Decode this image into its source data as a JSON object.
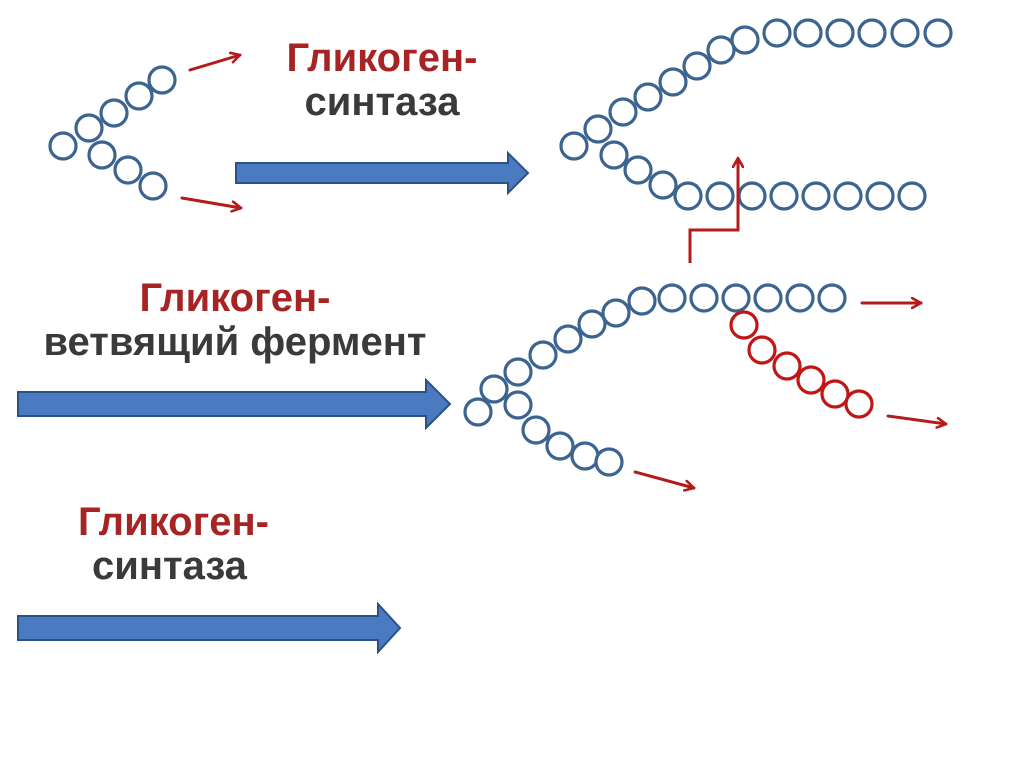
{
  "colors": {
    "enzyme_text": "#a62424",
    "body_text": "#3a3a3a",
    "glucose_blue": "#3c6490",
    "glucose_red": "#c01616",
    "arrow_fill": "#4a7bc0",
    "arrow_stroke": "#2b5287",
    "growth_arrow": "#b51b1b"
  },
  "steps": [
    {
      "enzyme_line1": "Гликоген-",
      "enzyme_line2": "синтаза"
    },
    {
      "enzyme_line1": "Гликоген-",
      "enzyme_line2": "ветвящий фермент"
    },
    {
      "enzyme_line1": "Гликоген-",
      "enzyme_line2": "синтаза"
    }
  ]
}
